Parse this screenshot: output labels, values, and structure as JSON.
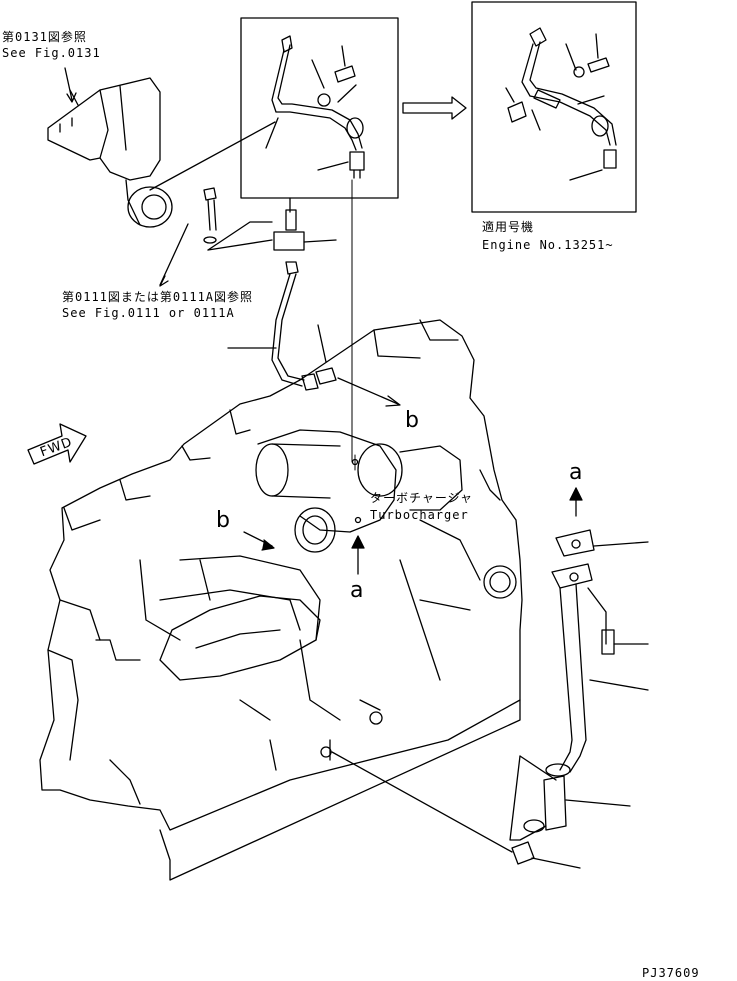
{
  "references": {
    "top_left_ja": "第0131図参照",
    "top_left_en": "See Fig.0131",
    "mid_left_ja": "第0111図または第0111A図参照",
    "mid_left_en": "See Fig.0111 or 0111A"
  },
  "inset": {
    "applicable_ja": "適用号機",
    "engine_no": "Engine No.13251~"
  },
  "turbo": {
    "label_ja": "ターボチャージャ",
    "label_en": "Turbocharger"
  },
  "markers": {
    "a_top": "a",
    "a_bottom": "a",
    "b_top": "b",
    "b_bottom": "b"
  },
  "direction": {
    "fwd": "FWD"
  },
  "footer": {
    "drawing_no": "PJ37609"
  },
  "colors": {
    "line": "#000000",
    "background": "#ffffff"
  }
}
